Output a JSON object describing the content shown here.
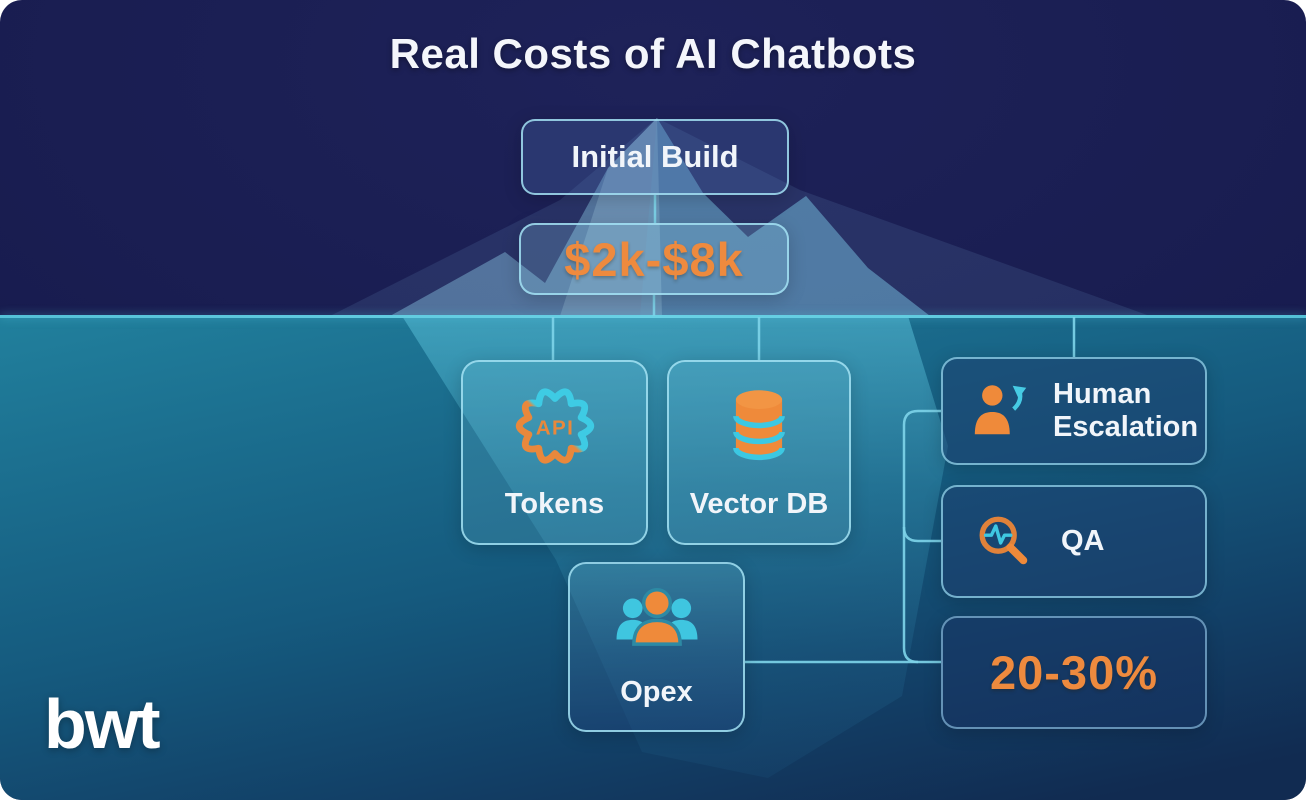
{
  "header": {
    "title": "Real Costs of AI Chatbots"
  },
  "above_water": {
    "initial_build": {
      "label": "Initial Build"
    },
    "price": {
      "value": "$2k-$8k"
    }
  },
  "below_water": {
    "tokens": {
      "label": "Tokens",
      "icon": "api-gear-icon",
      "icon_text": "API"
    },
    "vector_db": {
      "label": "Vector DB",
      "icon": "database-icon"
    },
    "opex": {
      "label": "Opex",
      "icon": "people-group-icon"
    },
    "human_escalation": {
      "label_line1": "Human",
      "label_line2": "Escalation",
      "icon": "person-escalation-icon"
    },
    "qa": {
      "label": "QA",
      "icon": "magnifier-pulse-icon"
    },
    "percentage": {
      "value": "20-30%"
    }
  },
  "branding": {
    "logo": "bwt"
  },
  "colors": {
    "background_navy": "#171b4e",
    "ocean_teal": "#1a6b8c",
    "accent_orange": "#ee8a3e",
    "accent_cyan": "#3fc8e0",
    "box_border": "#a2e0f2",
    "waterline": "#5ec9de",
    "text_white": "#f2f5fa"
  }
}
